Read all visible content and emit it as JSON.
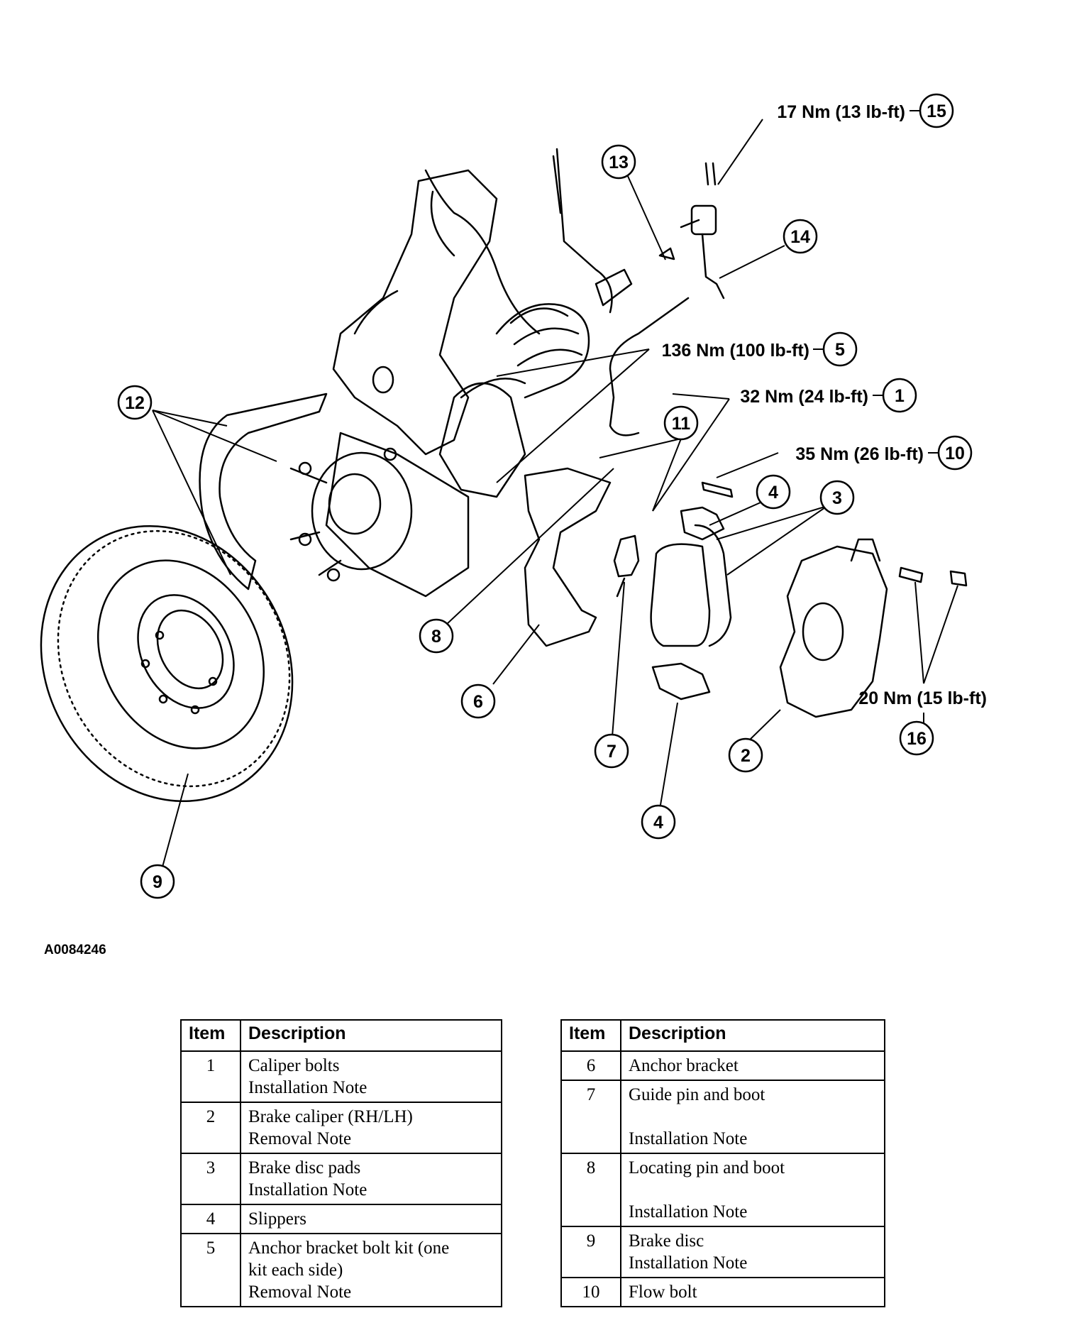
{
  "figure_id": "A0084246",
  "torque_specs": [
    {
      "text": "17 Nm (13 lb-ft)",
      "ref": "15"
    },
    {
      "text": "136 Nm (100 lb-ft)",
      "ref": "5"
    },
    {
      "text": "32 Nm (24 lb-ft)",
      "ref": "1"
    },
    {
      "text": "35 Nm (26 lb-ft)",
      "ref": "10"
    },
    {
      "text": "20 Nm (15 lb-ft)",
      "ref": "16"
    }
  ],
  "callouts": [
    "13",
    "14",
    "12",
    "11",
    "4",
    "3",
    "8",
    "6",
    "7",
    "2",
    "4",
    "9"
  ],
  "tables": {
    "left": {
      "headers": [
        "Item",
        "Description"
      ],
      "rows": [
        {
          "item": "1",
          "lines": [
            "Caliper bolts",
            "Installation Note"
          ]
        },
        {
          "item": "2",
          "lines": [
            "Brake caliper (RH/LH)",
            "Removal Note"
          ]
        },
        {
          "item": "3",
          "lines": [
            "Brake disc pads",
            "Installation Note"
          ]
        },
        {
          "item": "4",
          "lines": [
            "Slippers"
          ]
        },
        {
          "item": "5",
          "lines": [
            "Anchor bracket bolt kit (one",
            "kit each side)",
            "Removal Note"
          ]
        }
      ]
    },
    "right": {
      "headers": [
        "Item",
        "Description"
      ],
      "rows": [
        {
          "item": "6",
          "lines": [
            "Anchor bracket"
          ]
        },
        {
          "item": "7",
          "lines": [
            "Guide pin and boot",
            "",
            "Installation Note"
          ]
        },
        {
          "item": "8",
          "lines": [
            "Locating pin and boot",
            "",
            "Installation Note"
          ]
        },
        {
          "item": "9",
          "lines": [
            "Brake disc",
            "Installation Note"
          ]
        },
        {
          "item": "10",
          "lines": [
            "Flow bolt"
          ]
        }
      ]
    }
  }
}
